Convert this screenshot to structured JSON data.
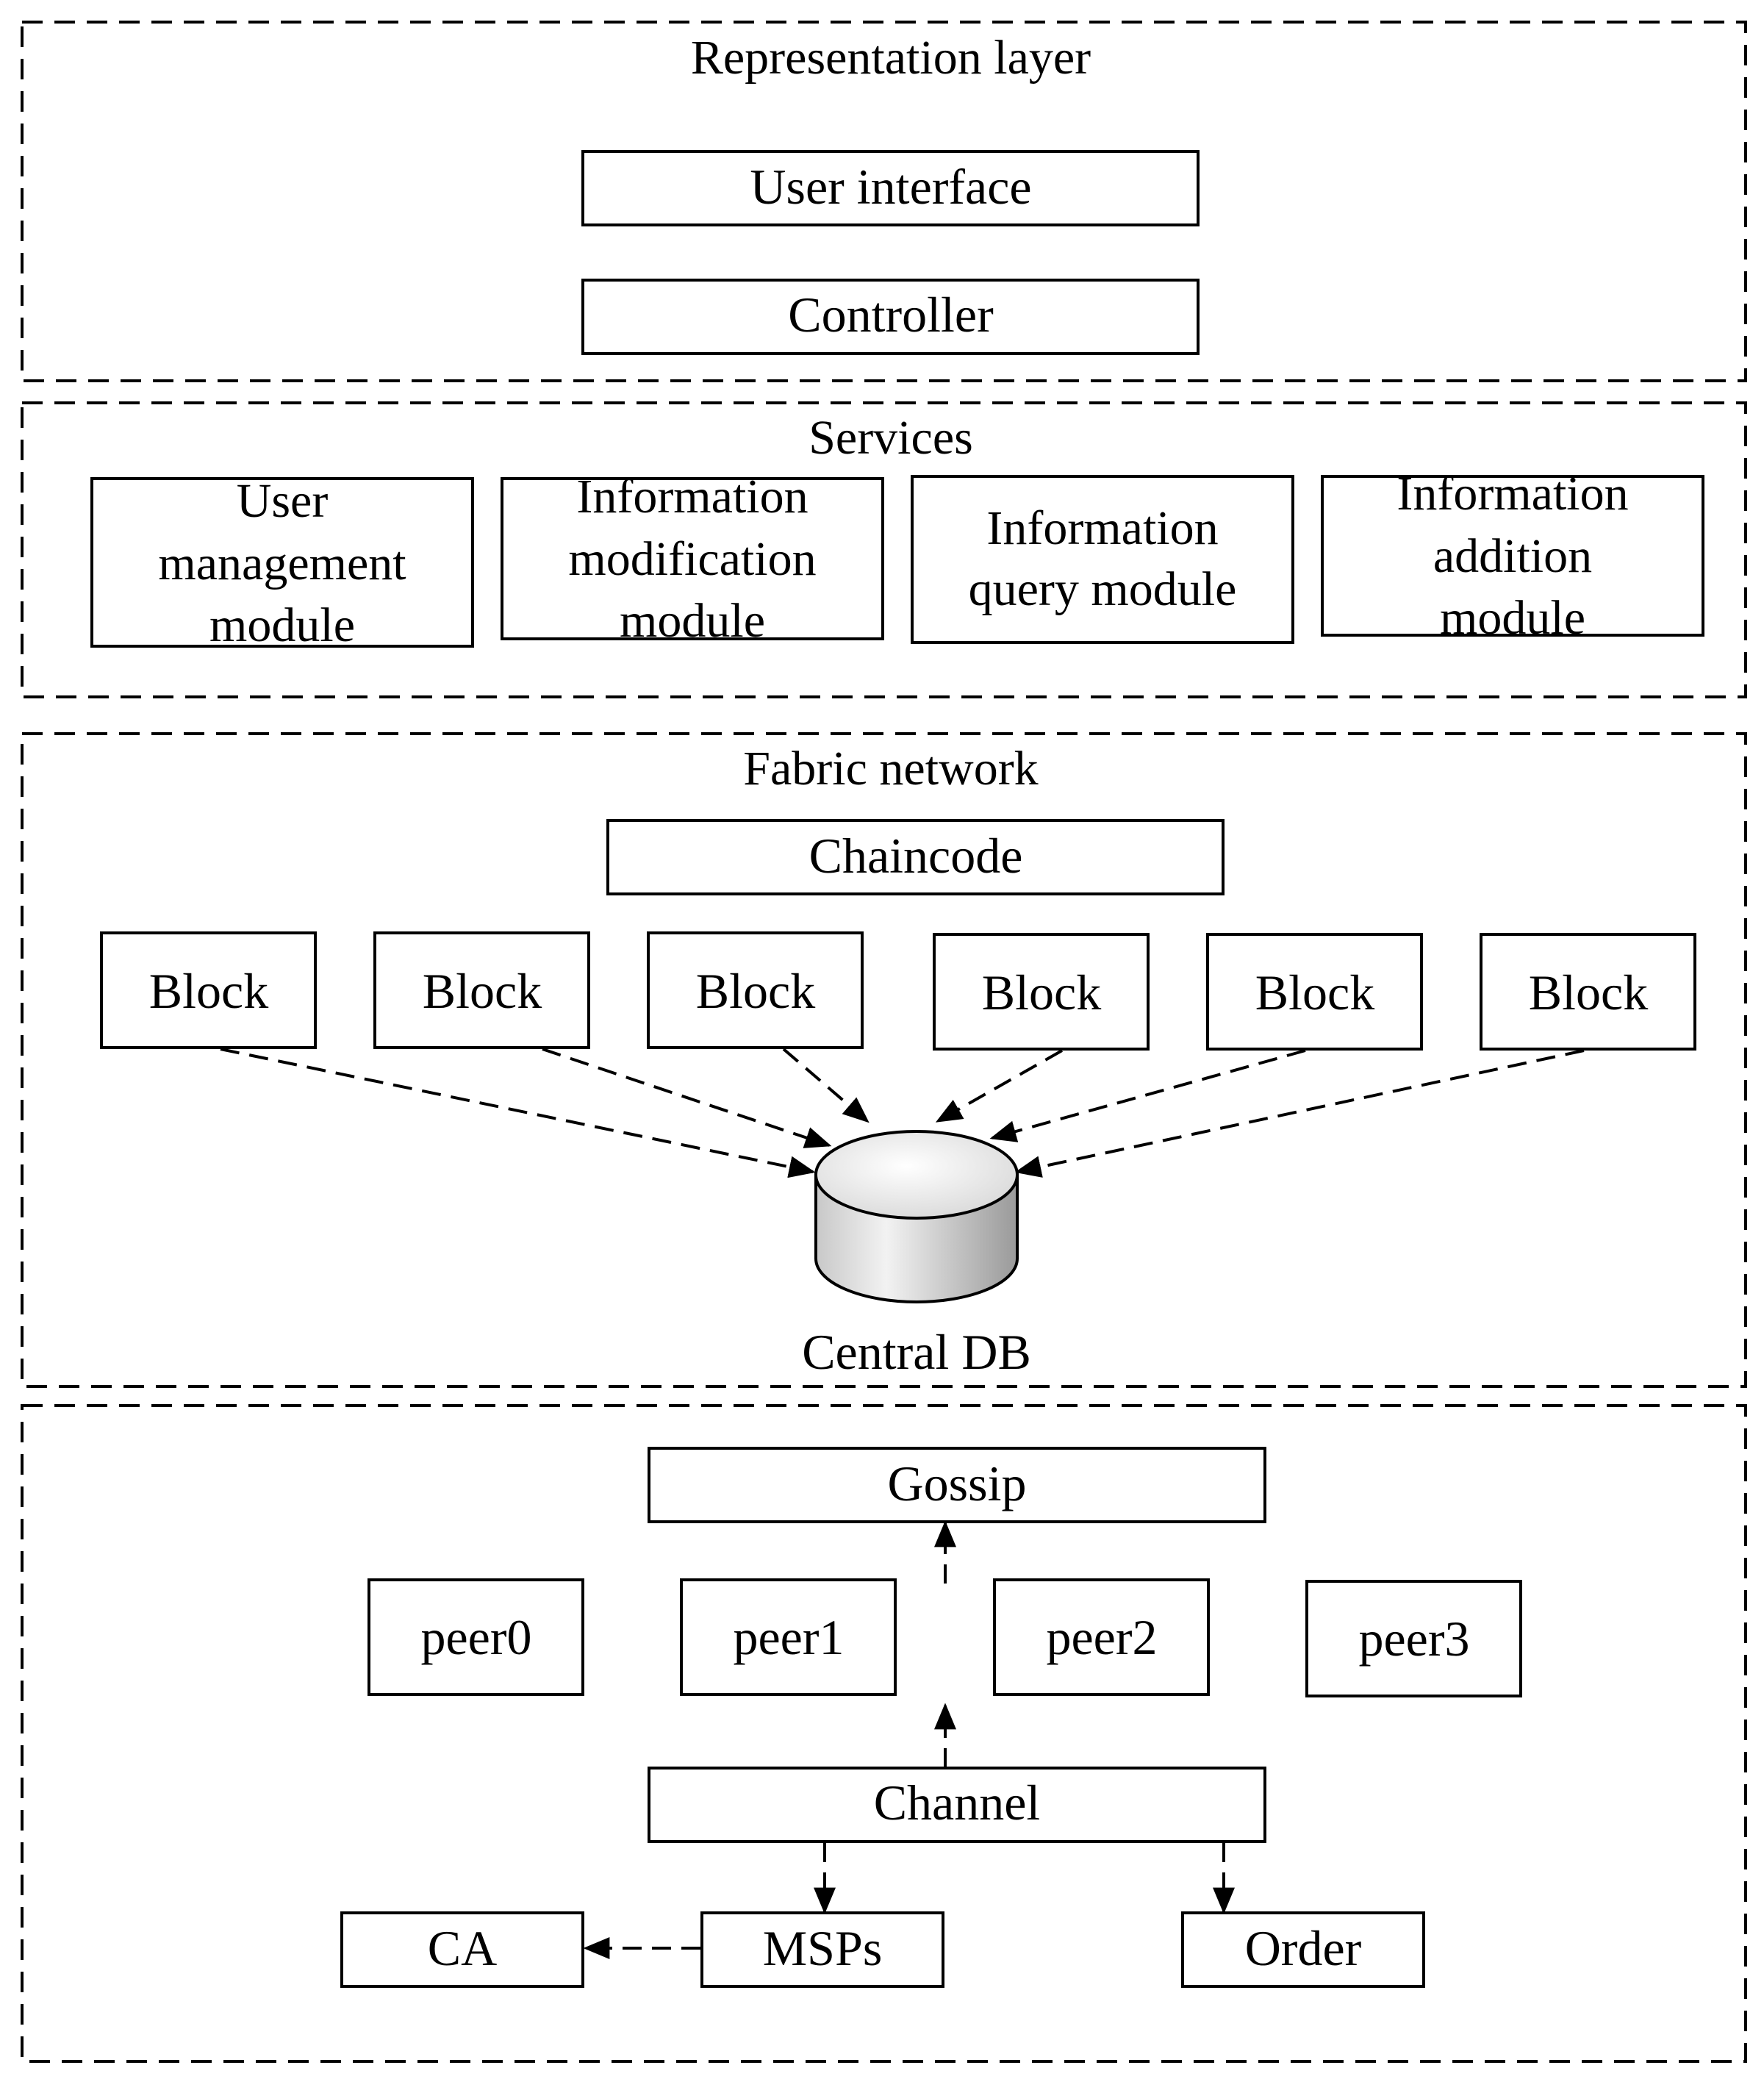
{
  "representation": {
    "title": "Representation layer",
    "user_interface": "User interface",
    "controller": "Controller"
  },
  "services": {
    "title": "Services",
    "modules": [
      {
        "lines": [
          "User",
          "management",
          "module"
        ]
      },
      {
        "lines": [
          "Information",
          "modification",
          "module"
        ]
      },
      {
        "lines": [
          "Information",
          "query module"
        ]
      },
      {
        "lines": [
          "Information",
          "addition",
          "module"
        ]
      }
    ]
  },
  "fabric": {
    "title": "Fabric network",
    "chaincode": "Chaincode",
    "blocks": [
      "Block",
      "Block",
      "Block",
      "Block",
      "Block",
      "Block"
    ],
    "database": "Central DB"
  },
  "network": {
    "gossip": "Gossip",
    "peers": [
      "peer0",
      "peer1",
      "peer2",
      "peer3"
    ],
    "channel": "Channel",
    "ca": "CA",
    "msps": "MSPs",
    "order": "Order"
  }
}
